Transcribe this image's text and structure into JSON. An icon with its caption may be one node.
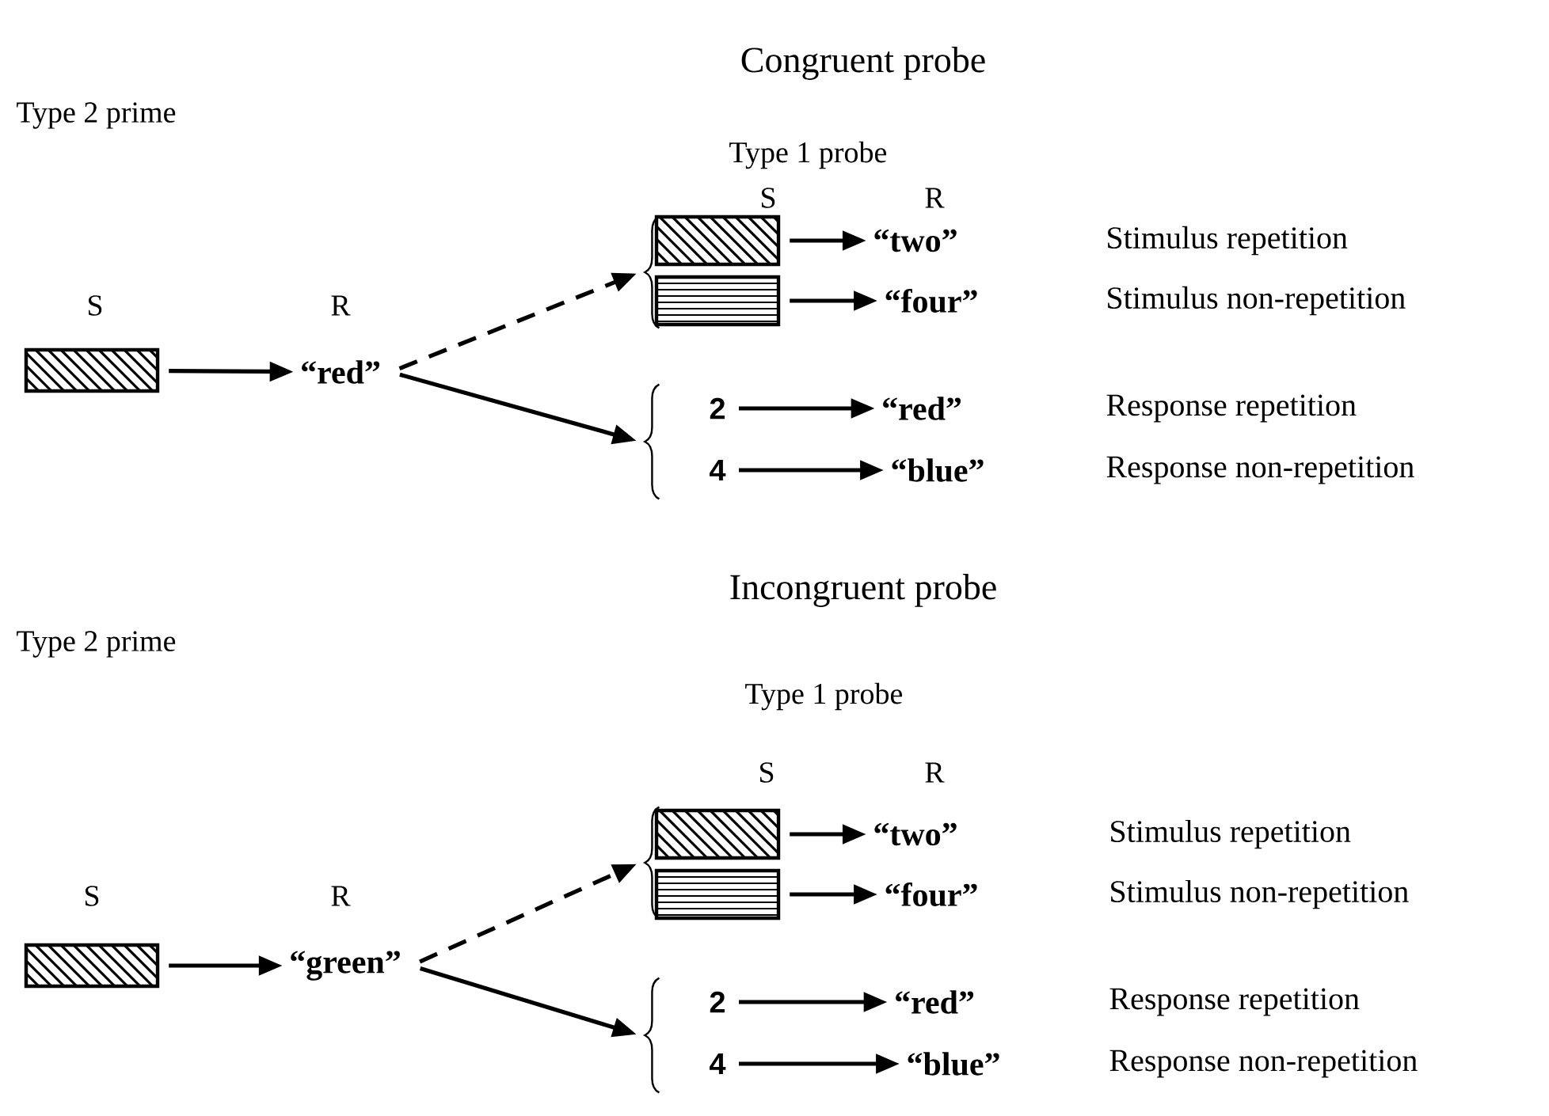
{
  "diagram": {
    "nodes": [
      {
        "text": [],
        "shape": "box"
      },
      {
        "text": [
          "“red”"
        ]
      },
      {
        "text": [],
        "shape": "brace"
      },
      {
        "text": [],
        "shape": "brace"
      },
      {
        "text": [],
        "shape": "box"
      },
      {
        "text": [],
        "shape": "box"
      },
      {
        "text": [
          "“two”"
        ]
      },
      {
        "text": [
          "“four”"
        ]
      },
      {
        "text": [
          "2"
        ]
      },
      {
        "text": [
          "4"
        ]
      },
      {
        "text": [
          "“red”"
        ]
      },
      {
        "text": [
          "“blue”"
        ]
      },
      {
        "text": [],
        "shape": "box"
      },
      {
        "text": [
          "“green”"
        ]
      },
      {
        "text": [],
        "shape": "brace"
      },
      {
        "text": [],
        "shape": "brace"
      },
      {
        "text": [],
        "shape": "box"
      },
      {
        "text": [],
        "shape": "box"
      },
      {
        "text": [
          "“two”"
        ]
      },
      {
        "text": [
          "“four”"
        ]
      },
      {
        "text": [
          "2"
        ]
      },
      {
        "text": [
          "4"
        ]
      },
      {
        "text": [
          "“red”"
        ]
      },
      {
        "text": [
          "“blue”"
        ]
      }
    ],
    "edges": [
      {
        "from": 0,
        "to": 1,
        "arrow": "to"
      },
      {
        "from": 1,
        "to": 2,
        "arrow": "to",
        "style": "dashed"
      },
      {
        "from": 1,
        "to": 3,
        "arrow": "to"
      },
      {
        "from": 4,
        "to": 6,
        "arrow": "to"
      },
      {
        "from": 5,
        "to": 7,
        "arrow": "to"
      },
      {
        "from": 8,
        "to": 10,
        "arrow": "to"
      },
      {
        "from": 9,
        "to": 11,
        "arrow": "to"
      },
      {
        "from": 12,
        "to": 13,
        "arrow": "to"
      },
      {
        "from": 13,
        "to": 14,
        "arrow": "to",
        "style": "dashed"
      },
      {
        "from": 13,
        "to": 15,
        "arrow": "to"
      },
      {
        "from": 16,
        "to": 18,
        "arrow": "to"
      },
      {
        "from": 17,
        "to": 19,
        "arrow": "to"
      },
      {
        "from": 20,
        "to": 22,
        "arrow": "to"
      },
      {
        "from": 21,
        "to": 23,
        "arrow": "to"
      }
    ],
    "labels": [
      "Congruent probe",
      "Type 2 prime",
      "Type 1 probe",
      "S",
      "R",
      "S",
      "R",
      "Stimulus repetition",
      "Stimulus non-repetition",
      "Response repetition",
      "Response non-repetition",
      "Incongruent probe",
      "Type 2 prime",
      "Type 1 probe",
      "S",
      "R",
      "S",
      "R",
      "Stimulus repetition",
      "Stimulus non-repetition",
      "Response repetition",
      "Response non-repetition"
    ]
  }
}
